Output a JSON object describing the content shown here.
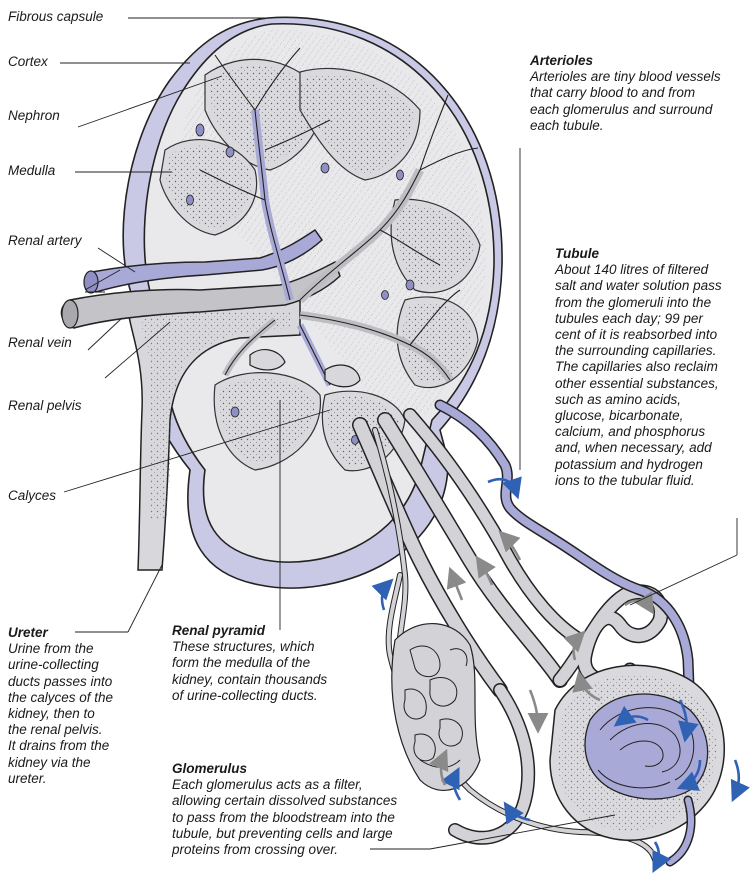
{
  "labels": {
    "fibrous_capsule": "Fibrous capsule",
    "cortex": "Cortex",
    "nephron": "Nephron",
    "medulla": "Medulla",
    "renal_artery": "Renal artery",
    "renal_vein": "Renal vein",
    "renal_pelvis": "Renal pelvis",
    "calyces": "Calyces"
  },
  "callouts": {
    "arterioles": {
      "title": "Arterioles",
      "body": "Arterioles are tiny blood vessels\nthat carry blood to and from\neach glomerulus and surround\neach tubule."
    },
    "tubule": {
      "title": "Tubule",
      "body": "About 140 litres of filtered\nsalt and water solution pass\nfrom the glomeruli into the\ntubules each day; 99 per\ncent of it is reabsorbed into\nthe surrounding capillaries.\nThe capillaries also reclaim\nother essential substances,\nsuch as amino acids,\nglucose, bicarbonate,\ncalcium, and phosphorus\nand, when necessary, add\npotassium and hydrogen\nions to the tubular fluid."
    },
    "ureter": {
      "title": "Ureter",
      "body": "Urine from the\nurine-collecting\nducts passes into\nthe calyces of the\nkidney, then to\nthe renal pelvis.\nIt drains from the\nkidney via the\nureter."
    },
    "renal_pyramid": {
      "title": "Renal pyramid",
      "body": "These structures, which\nform the medulla of the\nkidney, contain thousands\nof urine-collecting ducts."
    },
    "glomerulus": {
      "title": "Glomerulus",
      "body": "Each glomerulus acts as a filter,\nallowing certain dissolved substances\nto pass from the bloodstream into the\ntubule, but preventing cells and large\nproteins from crossing over."
    }
  },
  "colors": {
    "tissue": "#e9e9ec",
    "outline": "#222222",
    "capsule": "#c9c9e6",
    "vessel_blue": "#a9a9d8",
    "flow_blue": "#2f62b5",
    "flow_grey": "#8a8a8a"
  }
}
